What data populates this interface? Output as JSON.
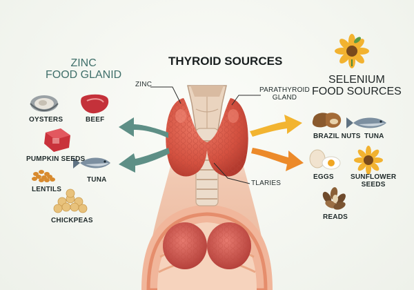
{
  "title": "THYROID SOURCES",
  "zinc_panel": {
    "heading_line1": "ZINC",
    "heading_line2": "FOOD GLANID",
    "foods": [
      "OYSTERS",
      "BEEF",
      "PUMPKIN SEEDS",
      "TUNA",
      "LENTILS",
      "CHICKPEAS"
    ]
  },
  "selenium_panel": {
    "heading_line1": "SELENIUM",
    "heading_line2": "FOOD SOURCES",
    "foods": [
      "BRAZIL NUTS",
      "TUNA",
      "EGGS",
      "SUNFLOWER SEEDS",
      "READS"
    ],
    "sunflower_line1": "SUNFLOWER",
    "sunflower_line2": "SEEDS"
  },
  "callouts": {
    "zinc": "ZINC",
    "parathyroid_line1": "PARATHYROID",
    "parathyroid_line2": "GLAND",
    "tlaries": "TLARIES"
  },
  "colors": {
    "zinc_arrow": "#5e8f86",
    "selenium_arrow_yellow": "#f2b430",
    "selenium_arrow_orange": "#ec8a2a",
    "thyroid": "#d9574a",
    "zinc_heading": "#3f6f6a"
  }
}
